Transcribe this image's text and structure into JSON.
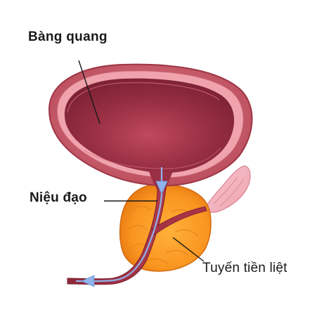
{
  "labels": {
    "bladder": "Bàng quang",
    "urethra": "Niệu đạo",
    "prostate": "Tuyến tiền liệt"
  },
  "icons": {
    "flow_arrow": "arrow-head"
  }
}
